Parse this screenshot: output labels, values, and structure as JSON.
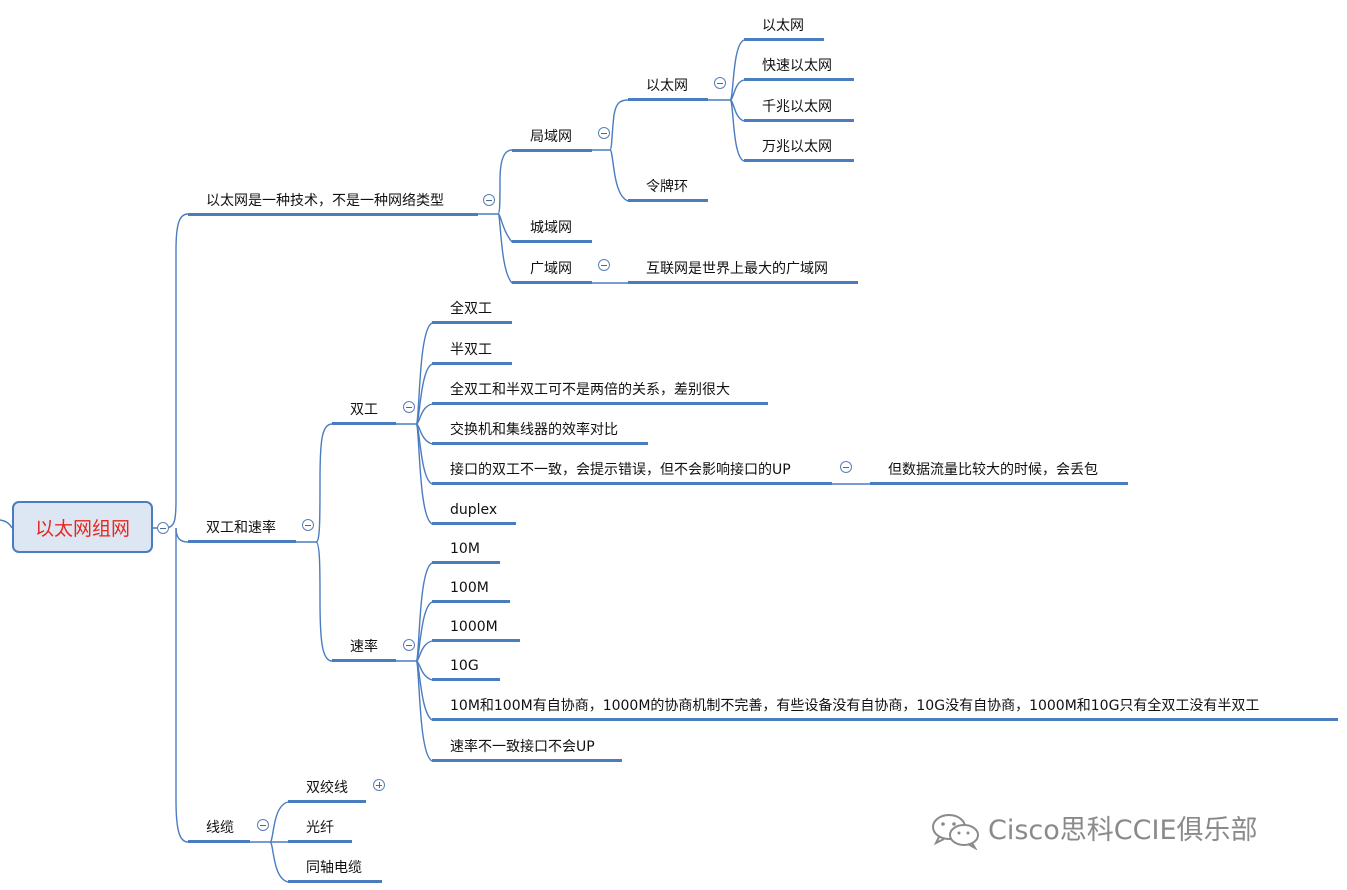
{
  "root": {
    "label": "以太网组网"
  },
  "branches": {
    "b1": {
      "label": "以太网是一种技术，不是一种网络类型"
    },
    "lan": {
      "label": "局域网"
    },
    "eth": {
      "label": "以太网"
    },
    "eth1": {
      "label": "以太网"
    },
    "eth2": {
      "label": "快速以太网"
    },
    "eth3": {
      "label": "千兆以太网"
    },
    "eth4": {
      "label": "万兆以太网"
    },
    "token": {
      "label": "令牌环"
    },
    "man": {
      "label": "城域网"
    },
    "wan": {
      "label": "广域网"
    },
    "inet": {
      "label": "互联网是世界上最大的广域网"
    },
    "b2": {
      "label": "双工和速率"
    },
    "duplex": {
      "label": "双工"
    },
    "d1": {
      "label": "全双工"
    },
    "d2": {
      "label": "半双工"
    },
    "d3": {
      "label": "全双工和半双工可不是两倍的关系，差别很大"
    },
    "d4": {
      "label": "交换机和集线器的效率对比"
    },
    "d5": {
      "label": "接口的双工不一致，会提示错误，但不会影响接口的UP"
    },
    "d5a": {
      "label": "但数据流量比较大的时候，会丢包"
    },
    "d6": {
      "label": "duplex"
    },
    "speed": {
      "label": "速率"
    },
    "s1": {
      "label": "10M"
    },
    "s2": {
      "label": "100M"
    },
    "s3": {
      "label": "1000M"
    },
    "s4": {
      "label": "10G"
    },
    "s5": {
      "label": "10M和100M有自协商，1000M的协商机制不完善，有些设备没有自协商，10G没有自协商，1000M和10G只有全双工没有半双工"
    },
    "s6": {
      "label": "速率不一致接口不会UP"
    },
    "b3": {
      "label": "线缆"
    },
    "c1": {
      "label": "双绞线"
    },
    "c2": {
      "label": "光纤"
    },
    "c3": {
      "label": "同轴电缆"
    }
  },
  "watermark": {
    "text": "Cisco思科CCIE俱乐部"
  },
  "colors": {
    "line": "#4a7cc0",
    "root_bg": "#dde7f3",
    "root_text": "#e8261f",
    "watermark": "#8a8a8a"
  }
}
